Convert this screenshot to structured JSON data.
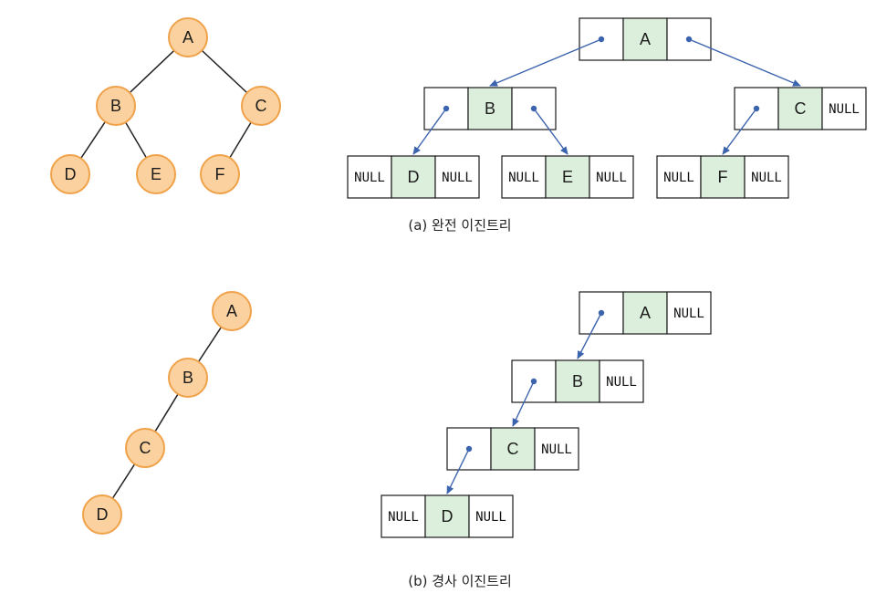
{
  "null_label": "NULL",
  "complete": {
    "caption": "(a) 완전 이진트리",
    "tree_nodes": [
      {
        "id": "A",
        "label": "A"
      },
      {
        "id": "B",
        "label": "B"
      },
      {
        "id": "C",
        "label": "C"
      },
      {
        "id": "D",
        "label": "D"
      },
      {
        "id": "E",
        "label": "E"
      },
      {
        "id": "F",
        "label": "F"
      }
    ],
    "tree_edges": [
      [
        "A",
        "B"
      ],
      [
        "A",
        "C"
      ],
      [
        "B",
        "D"
      ],
      [
        "B",
        "E"
      ],
      [
        "C",
        "F"
      ]
    ],
    "linked_nodes": [
      {
        "id": "A",
        "label": "A",
        "left": "B",
        "right": "C"
      },
      {
        "id": "B",
        "label": "B",
        "left": "D",
        "right": "E"
      },
      {
        "id": "C",
        "label": "C",
        "left": "F",
        "right": null
      },
      {
        "id": "D",
        "label": "D",
        "left": null,
        "right": null
      },
      {
        "id": "E",
        "label": "E",
        "left": null,
        "right": null
      },
      {
        "id": "F",
        "label": "F",
        "left": null,
        "right": null
      }
    ]
  },
  "skewed": {
    "caption": "(b) 경사 이진트리",
    "tree_nodes": [
      {
        "id": "A",
        "label": "A"
      },
      {
        "id": "B",
        "label": "B"
      },
      {
        "id": "C",
        "label": "C"
      },
      {
        "id": "D",
        "label": "D"
      }
    ],
    "tree_edges": [
      [
        "A",
        "B"
      ],
      [
        "B",
        "C"
      ],
      [
        "C",
        "D"
      ]
    ],
    "linked_nodes": [
      {
        "id": "A",
        "label": "A",
        "left": "B",
        "right": null
      },
      {
        "id": "B",
        "label": "B",
        "left": "C",
        "right": null
      },
      {
        "id": "C",
        "label": "C",
        "left": "D",
        "right": null
      },
      {
        "id": "D",
        "label": "D",
        "left": null,
        "right": null
      }
    ]
  },
  "colors": {
    "node_fill": "#fbd29f",
    "node_stroke": "#f0a24a",
    "data_cell": "#dcefdc",
    "pointer": "#3c63ad"
  }
}
